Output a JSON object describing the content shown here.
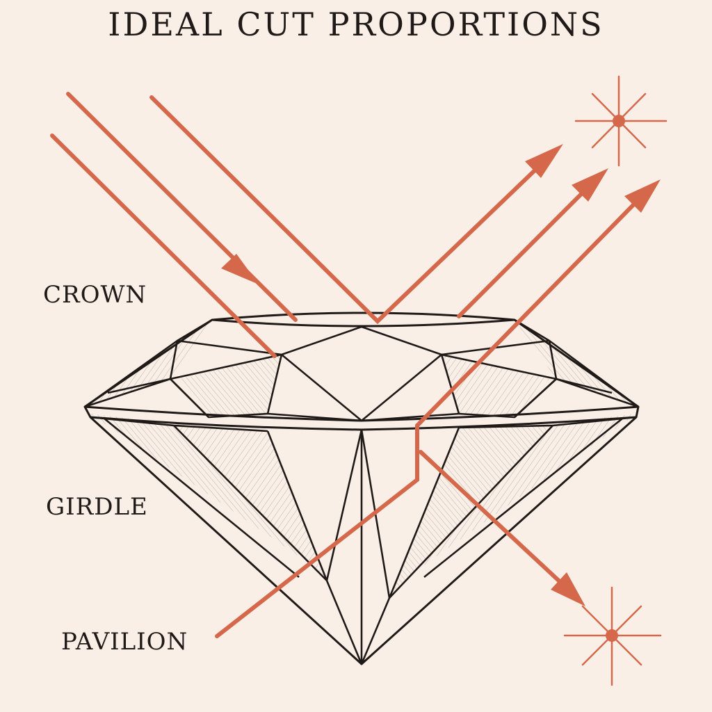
{
  "title": "IDEAL CUT PROPORTIONS",
  "labels": {
    "crown": "CROWN",
    "girdle": "GIRDLE",
    "pavilion": "PAVILION"
  },
  "colors": {
    "background": "#f9efe7",
    "ink": "#1f1a17",
    "light_ray": "#d5684a"
  },
  "icons": [
    "sparkle-icon",
    "arrowhead-icon"
  ]
}
